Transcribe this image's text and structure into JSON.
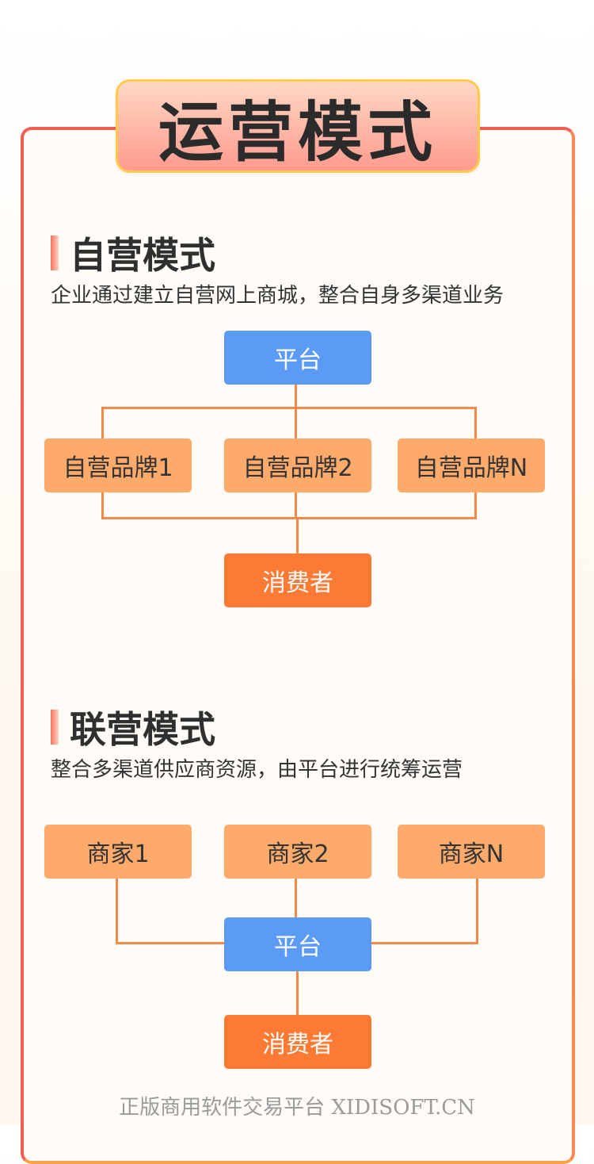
{
  "title": "运营模式",
  "sections": [
    {
      "heading": "自营模式",
      "description": "企业通过建立自营网上商城，整合自身多渠道业务",
      "nodes": {
        "top": "平台",
        "middle": [
          "自营品牌1",
          "自营品牌2",
          "自营品牌N"
        ],
        "bottom": "消费者"
      }
    },
    {
      "heading": "联营模式",
      "description": "整合多渠道供应商资源，由平台进行统筹运营",
      "nodes": {
        "top": [
          "商家1",
          "商家2",
          "商家N"
        ],
        "middle": "平台",
        "bottom": "消费者"
      }
    }
  ],
  "footer": "正版商用软件交易平台  XIDISOFT.CN",
  "colors": {
    "frame_border": "#f25f52",
    "banner_border": "#ffc94a",
    "platform_box": "#5c9bf5",
    "brand_box": "#fdaa6b",
    "consumer_box": "#fd7a34",
    "connector": "#f4894a"
  }
}
